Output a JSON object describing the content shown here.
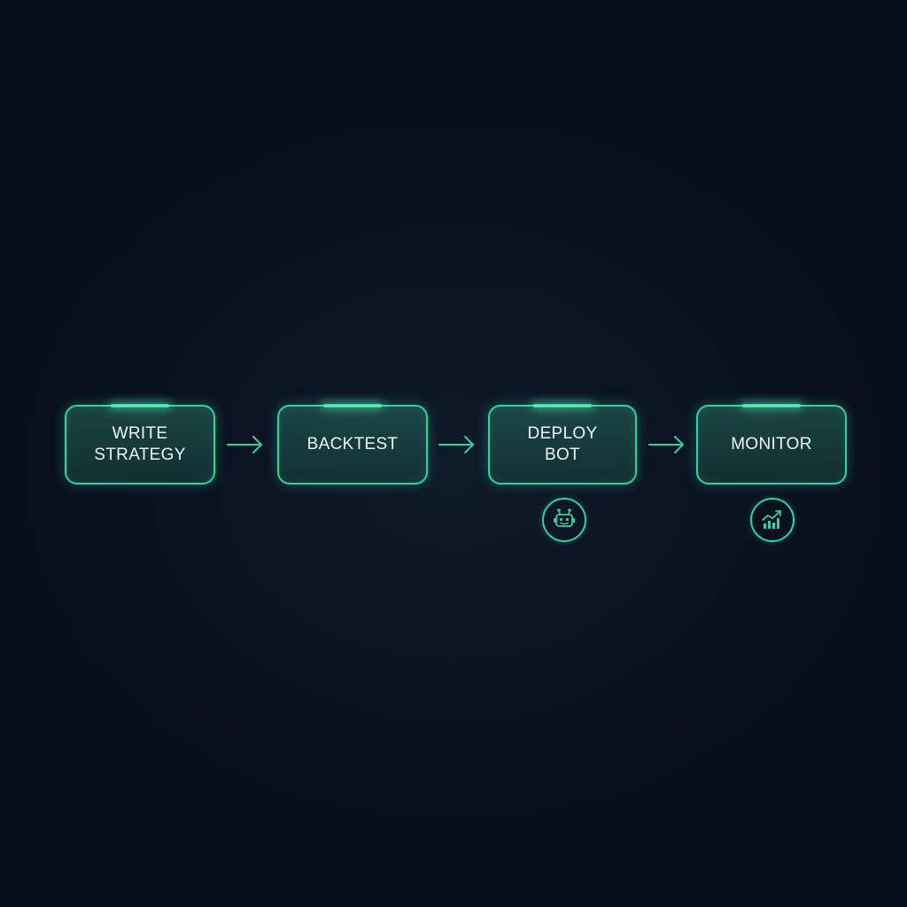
{
  "colors": {
    "accent": "#2fd3a0",
    "background": "#0b1322",
    "text": "#eef5f3"
  },
  "flow": {
    "steps": [
      {
        "label": "WRITE\nSTRATEGY"
      },
      {
        "label": "BACKTEST"
      },
      {
        "label": "DEPLOY\nBOT"
      },
      {
        "label": "MONITOR"
      }
    ],
    "connectors": [
      "arrow-right-icon",
      "arrow-right-icon",
      "arrow-right-icon"
    ],
    "badges": [
      {
        "step": "DEPLOY\nBOT",
        "icon": "robot-icon"
      },
      {
        "step": "MONITOR",
        "icon": "bar-chart-trend-icon"
      }
    ]
  }
}
